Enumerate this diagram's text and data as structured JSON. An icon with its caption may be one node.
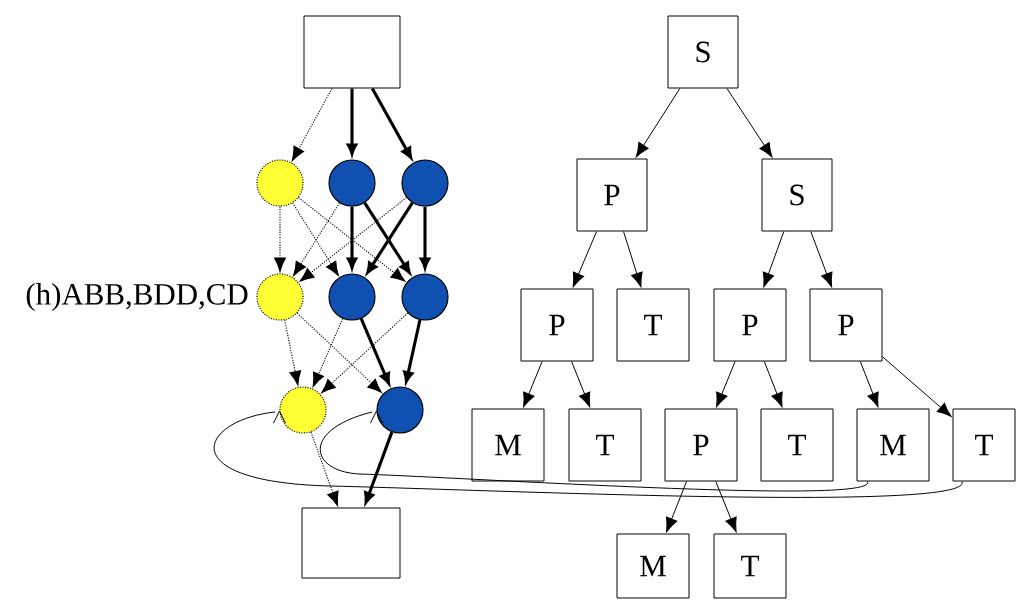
{
  "diagram": {
    "nodes": [
      {
        "text": [],
        "shape": "box"
      },
      {
        "text": [],
        "shape": "circle"
      },
      {
        "text": [],
        "shape": "circle"
      },
      {
        "text": [],
        "shape": "circle"
      },
      {
        "text": [],
        "shape": "circle",
        "beside": [
          "(h)ABB,BDD,CD"
        ]
      },
      {
        "text": [],
        "shape": "circle"
      },
      {
        "text": [],
        "shape": "circle"
      },
      {
        "text": [],
        "shape": "circle"
      },
      {
        "text": [],
        "shape": "circle"
      },
      {
        "text": [],
        "shape": "box"
      },
      {
        "text": [
          "S"
        ]
      },
      {
        "text": [
          "P"
        ]
      },
      {
        "text": [
          "S"
        ]
      },
      {
        "text": [
          "P"
        ]
      },
      {
        "text": [
          "T"
        ]
      },
      {
        "text": [
          "P"
        ]
      },
      {
        "text": [
          "P"
        ]
      },
      {
        "text": [
          "M"
        ]
      },
      {
        "text": [
          "T"
        ]
      },
      {
        "text": [
          "P"
        ]
      },
      {
        "text": [
          "T"
        ]
      },
      {
        "text": [
          "M"
        ]
      },
      {
        "text": [
          "T"
        ]
      },
      {
        "text": [
          "M"
        ]
      },
      {
        "text": [
          "T"
        ]
      }
    ],
    "edges": [
      {
        "from": 0,
        "to": 1,
        "arrow": "to",
        "style": "dashed"
      },
      {
        "from": 0,
        "to": 2,
        "arrow": "to",
        "style": "thick"
      },
      {
        "from": 0,
        "to": 3,
        "arrow": "to",
        "style": "thick"
      },
      {
        "from": 1,
        "to": 4,
        "arrow": "to",
        "style": "dashed"
      },
      {
        "from": 1,
        "to": 5,
        "arrow": "to",
        "style": "dashed"
      },
      {
        "from": 1,
        "to": 6,
        "arrow": "to",
        "style": "dashed"
      },
      {
        "from": 2,
        "to": 4,
        "arrow": "to",
        "style": "dashed"
      },
      {
        "from": 2,
        "to": 5,
        "arrow": "to",
        "style": "thick"
      },
      {
        "from": 2,
        "to": 6,
        "arrow": "to",
        "style": "thick"
      },
      {
        "from": 3,
        "to": 4,
        "arrow": "to",
        "style": "dashed"
      },
      {
        "from": 3,
        "to": 5,
        "arrow": "to",
        "style": "thick"
      },
      {
        "from": 3,
        "to": 6,
        "arrow": "to",
        "style": "thick"
      },
      {
        "from": 4,
        "to": 7,
        "arrow": "to",
        "style": "dashed"
      },
      {
        "from": 4,
        "to": 8,
        "arrow": "to",
        "style": "dashed"
      },
      {
        "from": 5,
        "to": 7,
        "arrow": "to",
        "style": "dashed"
      },
      {
        "from": 5,
        "to": 8,
        "arrow": "to",
        "style": "thick"
      },
      {
        "from": 6,
        "to": 7,
        "arrow": "to",
        "style": "dashed"
      },
      {
        "from": 6,
        "to": 8,
        "arrow": "to",
        "style": "thick"
      },
      {
        "from": 7,
        "to": 9,
        "arrow": "to",
        "style": "dashed"
      },
      {
        "from": 8,
        "to": 9,
        "arrow": "to",
        "style": "thick"
      },
      {
        "from": 10,
        "to": 11,
        "arrow": "to"
      },
      {
        "from": 10,
        "to": 12,
        "arrow": "to"
      },
      {
        "from": 11,
        "to": 13,
        "arrow": "to"
      },
      {
        "from": 11,
        "to": 14,
        "arrow": "to"
      },
      {
        "from": 12,
        "to": 15,
        "arrow": "to"
      },
      {
        "from": 12,
        "to": 16,
        "arrow": "to"
      },
      {
        "from": 13,
        "to": 17,
        "arrow": "to"
      },
      {
        "from": 13,
        "to": 18,
        "arrow": "to"
      },
      {
        "from": 15,
        "to": 19,
        "arrow": "to"
      },
      {
        "from": 15,
        "to": 20,
        "arrow": "to"
      },
      {
        "from": 16,
        "to": 21,
        "arrow": "to"
      },
      {
        "from": 16,
        "to": 22,
        "arrow": "to"
      },
      {
        "from": 19,
        "to": 23,
        "arrow": "to"
      },
      {
        "from": 19,
        "to": 24,
        "arrow": "to"
      },
      {
        "from": 21,
        "to": 8,
        "arrow": "to"
      },
      {
        "from": 22,
        "to": 7,
        "arrow": "to"
      }
    ]
  }
}
